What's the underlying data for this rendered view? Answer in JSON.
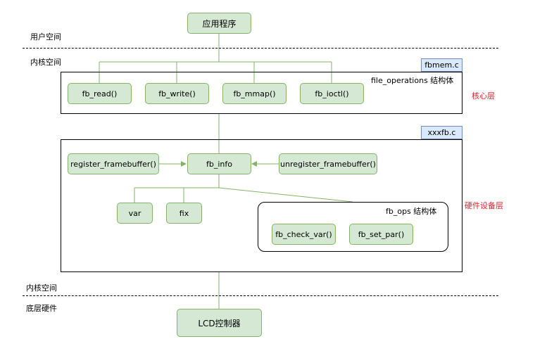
{
  "zones": {
    "user_space": "用户空间",
    "kernel_space_top": "内核空间",
    "kernel_space_bottom": "内核空间",
    "hardware": "底层硬件"
  },
  "layers": {
    "core": "核心层",
    "device": "硬件设备层"
  },
  "top_node": "应用程序",
  "core_panel": {
    "file_tag": "fbmem.c",
    "caption": "file_operations 结构体",
    "funcs": [
      "fb_read()",
      "fb_write()",
      "fb_mmap()",
      "fb_ioctl()"
    ]
  },
  "device_panel": {
    "file_tag": "xxxfb.c",
    "register": "register_framebuffer()",
    "fb_info": "fb_info",
    "unregister": "unregister_framebuffer()",
    "var": "var",
    "fix": "fix",
    "fb_ops": {
      "caption": "fb_ops 结构体",
      "check_var": "fb_check_var()",
      "set_par": "fb_set_par()"
    }
  },
  "bottom_node": "LCD控制器",
  "colors": {
    "node_fill": "#d5e8d4",
    "node_border": "#82b366",
    "tag_fill": "#dae8fc",
    "tag_border": "#6c8ebf",
    "layer_label": "#e3242b"
  }
}
